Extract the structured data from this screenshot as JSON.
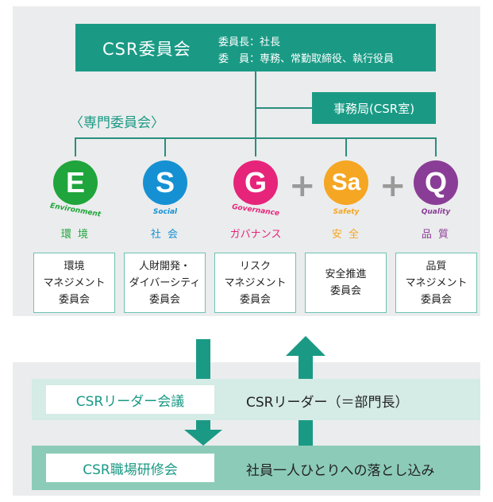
{
  "committee": {
    "title": "CSR委員会",
    "chair_line": "委員長：社長",
    "member_line": "委　員：専務、常勤取締役、執行役員",
    "secretariat": "事務局(CSR室)",
    "specialist_label": "〈専門委員会〉"
  },
  "pillars": [
    {
      "letter": "E",
      "en": "Environment",
      "jp": "環 境",
      "color": "#1fa53b",
      "box": "環境\nマネジメント\n委員会"
    },
    {
      "letter": "S",
      "en": "Social",
      "jp": "社 会",
      "color": "#1591d3",
      "box": "人財開発・\nダイバーシティ\n委員会"
    },
    {
      "letter": "G",
      "en": "Governance",
      "jp": "ガバナンス",
      "color": "#e6247a",
      "box": "リスク\nマネジメント\n委員会"
    },
    {
      "letter": "Sa",
      "en": "Safety",
      "jp": "安 全",
      "color": "#f5a623",
      "box": "安全推進\n委員会"
    },
    {
      "letter": "Q",
      "en": "Quality",
      "jp": "品 質",
      "color": "#8a3d96",
      "box": "品質\nマネジメント\n委員会"
    }
  ],
  "plus_sign": "+",
  "bottom": {
    "leader_meeting": "CSRリーダー会議",
    "leader_desc": "CSRリーダー（＝部門長）",
    "workshop": "CSR職場研修会",
    "workshop_desc": "社員一人ひとりへの落とし込み"
  },
  "colors": {
    "teal": "#1a9a85",
    "panel": "#ebeced",
    "row1": "#d5ebe5",
    "row2": "#8ccbb8"
  }
}
